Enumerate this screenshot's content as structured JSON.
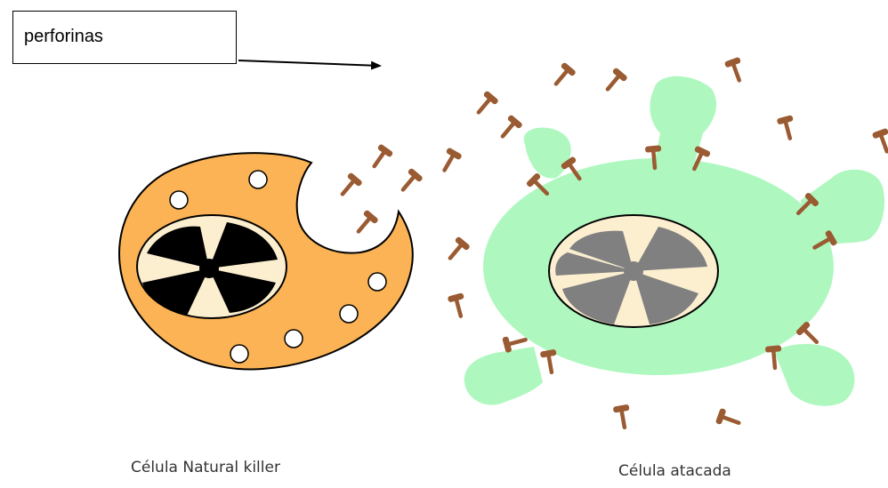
{
  "callout": {
    "label": "perforinas"
  },
  "cells": {
    "natural_killer": {
      "label": "Célula Natural killer",
      "color": "#fbb355"
    },
    "attacked": {
      "label": "Célula atacada",
      "color": "#aef8bf"
    }
  },
  "colors": {
    "perforin": "#9a5a32",
    "nucleus_bg": "#fcefd0",
    "nk_chromatin": "#000000",
    "target_chromatin": "#808080"
  }
}
